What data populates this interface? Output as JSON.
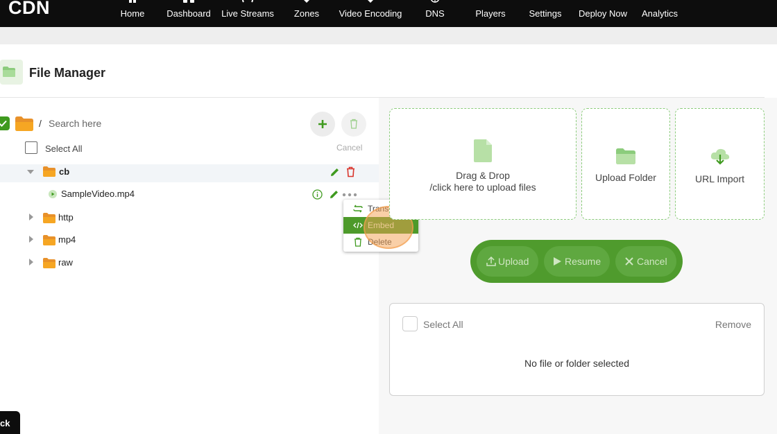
{
  "brand": "CDN",
  "nav": {
    "items": [
      {
        "label": "Home",
        "icon": "home-icon"
      },
      {
        "label": "Dashboard",
        "icon": "dashboard-icon"
      },
      {
        "label": "Live Streams",
        "icon": "live-streams-icon"
      },
      {
        "label": "Zones",
        "icon": "zones-icon"
      },
      {
        "label": "Video Encoding",
        "icon": "video-encoding-icon"
      },
      {
        "label": "DNS",
        "icon": "globe-icon"
      },
      {
        "label": "Players",
        "icon": "players-icon"
      },
      {
        "label": "Settings",
        "icon": "settings-icon"
      },
      {
        "label": "Deploy Now",
        "icon": "deploy-icon"
      },
      {
        "label": "Analytics",
        "icon": "analytics-icon"
      }
    ]
  },
  "page": {
    "title": "File Manager",
    "icon": "folder-icon"
  },
  "tree": {
    "path": "/",
    "search_placeholder": "Search here",
    "select_all_label": "Select All",
    "cancel_label": "Cancel",
    "items": [
      {
        "name": "cb",
        "expanded": true,
        "selected": true
      },
      {
        "name": "SampleVideo.mp4",
        "type": "file"
      },
      {
        "name": "http",
        "expanded": false
      },
      {
        "name": "mp4",
        "expanded": false
      },
      {
        "name": "raw",
        "expanded": false
      }
    ]
  },
  "context_menu": {
    "items": [
      {
        "label": "Transcode",
        "icon": "transcode-icon"
      },
      {
        "label": "Embed",
        "icon": "embed-icon",
        "active": true
      },
      {
        "label": "Delete",
        "icon": "trash-icon"
      }
    ]
  },
  "upload": {
    "drop_line1": "Drag & Drop",
    "drop_line2": "/click here to upload files",
    "folder_label": "Upload Folder",
    "url_label": "URL Import",
    "upload_btn": "Upload",
    "resume_btn": "Resume",
    "cancel_btn": "Cancel"
  },
  "selection": {
    "select_all_label": "Select All",
    "remove_label": "Remove",
    "empty_text": "No file or folder selected"
  },
  "corner_badge": "ck",
  "colors": {
    "accent": "#4f9b2d",
    "nav_bg": "#0d0d0d",
    "delete_red": "#d9342b",
    "folder_orange": "#f6a623"
  }
}
